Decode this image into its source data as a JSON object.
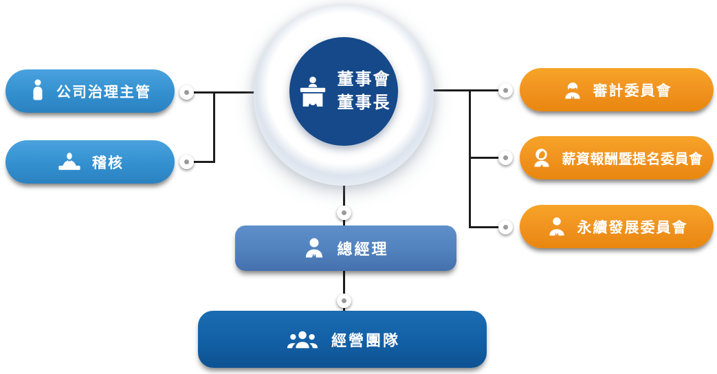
{
  "chart": {
    "type": "org-chart",
    "root": {
      "line1": "董事會",
      "line2": "董事長",
      "icon": "chairman-podium-icon"
    },
    "left": [
      {
        "label": "公司治理主管",
        "icon": "person-standing-icon"
      },
      {
        "label": "稽核",
        "icon": "auditor-desk-icon"
      }
    ],
    "right": [
      {
        "label": "審計委員會",
        "icon": "businessman-icon"
      },
      {
        "label": "薪資報酬暨提名委員會",
        "icon": "businesswoman-icon"
      },
      {
        "label": "永續發展委員會",
        "icon": "businessman-tie-icon"
      }
    ],
    "chain": [
      {
        "label": "總經理",
        "icon": "person-bust-icon"
      },
      {
        "label": "經營團隊",
        "icon": "team-icon"
      }
    ]
  },
  "colors": {
    "blue_pill": "#3b93d1",
    "orange_pill": "#f0921f",
    "navy_circle": "#15498a",
    "mid_blue_button": "#5486bf",
    "dark_blue_button": "#1462a8",
    "connector_line": "#1c1c1c",
    "node_dot": "#9a9a9a"
  }
}
